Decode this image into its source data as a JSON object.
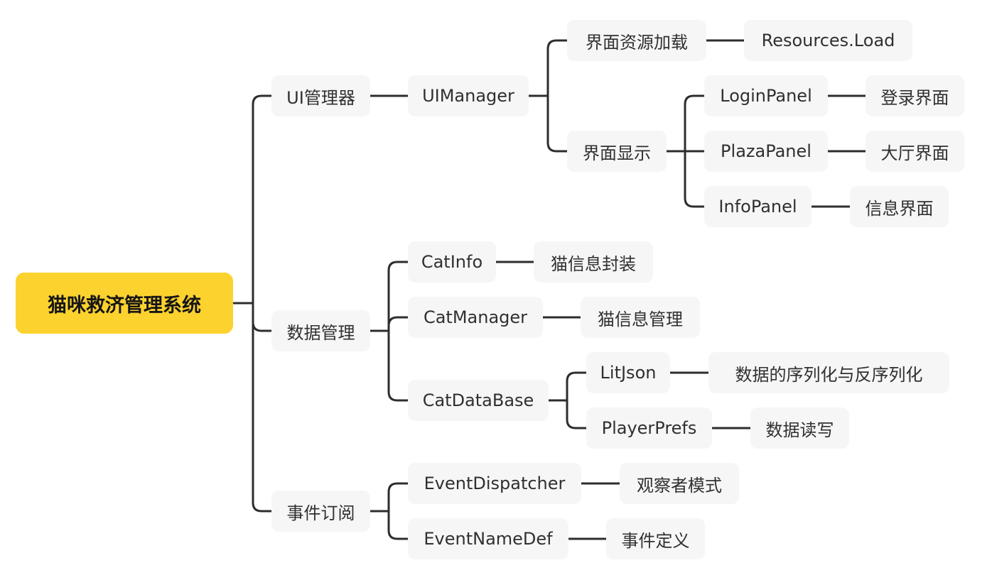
{
  "root": {
    "label": "猫咪救济管理系统"
  },
  "branches": [
    {
      "label": "UI管理器",
      "children": [
        {
          "label": "UIManager",
          "children": [
            {
              "label": "界面资源加载",
              "children": [
                {
                  "label": "Resources.Load"
                }
              ]
            },
            {
              "label": "界面显示",
              "children": [
                {
                  "label": "LoginPanel",
                  "children": [
                    {
                      "label": "登录界面"
                    }
                  ]
                },
                {
                  "label": "PlazaPanel",
                  "children": [
                    {
                      "label": "大厅界面"
                    }
                  ]
                },
                {
                  "label": "InfoPanel",
                  "children": [
                    {
                      "label": "信息界面"
                    }
                  ]
                }
              ]
            }
          ]
        }
      ]
    },
    {
      "label": "数据管理",
      "children": [
        {
          "label": "CatInfo",
          "children": [
            {
              "label": "猫信息封装"
            }
          ]
        },
        {
          "label": "CatManager",
          "children": [
            {
              "label": "猫信息管理"
            }
          ]
        },
        {
          "label": "CatDataBase",
          "children": [
            {
              "label": "LitJson",
              "children": [
                {
                  "label": "数据的序列化与反序列化"
                }
              ]
            },
            {
              "label": "PlayerPrefs",
              "children": [
                {
                  "label": "数据读写"
                }
              ]
            }
          ]
        }
      ]
    },
    {
      "label": "事件订阅",
      "children": [
        {
          "label": "EventDispatcher",
          "children": [
            {
              "label": "观察者模式"
            }
          ]
        },
        {
          "label": "EventNameDef",
          "children": [
            {
              "label": "事件定义"
            }
          ]
        }
      ]
    }
  ],
  "colors": {
    "root_fill": "#fcd22e",
    "node_fill": "#f6f6f6",
    "line": "#2d2d2d",
    "text": "#303030"
  }
}
